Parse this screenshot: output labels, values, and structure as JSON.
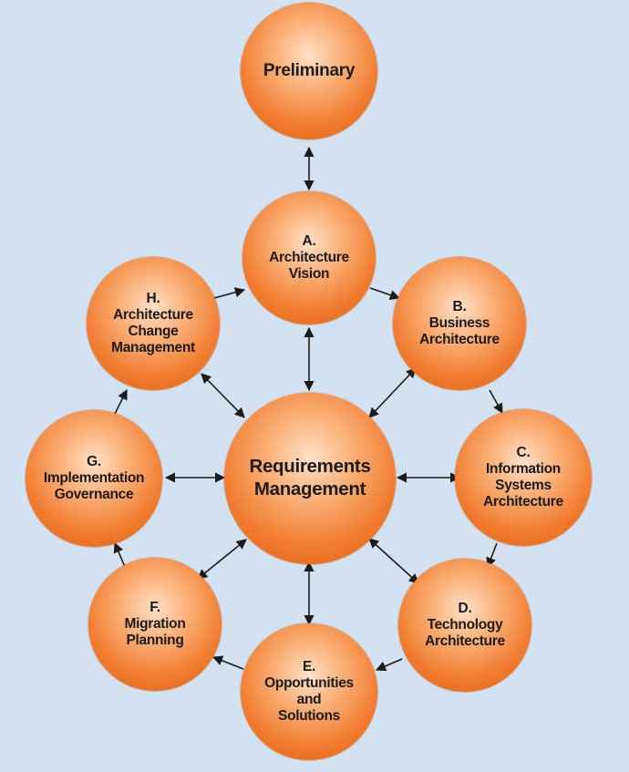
{
  "diagram": {
    "nodes": [
      {
        "id": "prelim",
        "label": "Preliminary"
      },
      {
        "id": "A",
        "label": "A.\nArchitecture\nVision"
      },
      {
        "id": "B",
        "label": "B.\nBusiness\nArchitecture"
      },
      {
        "id": "C",
        "label": "C.\nInformation\nSystems\nArchitecture"
      },
      {
        "id": "D",
        "label": "D.\nTechnology\nArchitecture"
      },
      {
        "id": "E",
        "label": "E.\nOpportunities\nand\nSolutions"
      },
      {
        "id": "F",
        "label": "F.\nMigration\nPlanning"
      },
      {
        "id": "G",
        "label": "G.\nImplementation\nGovernance"
      },
      {
        "id": "H",
        "label": "H.\nArchitecture\nChange\nManagement"
      },
      {
        "id": "center",
        "label": "Requirements\nManagement"
      }
    ],
    "edges": [
      {
        "from": "prelim",
        "to": "A",
        "direction": "both"
      },
      {
        "from": "A",
        "to": "B",
        "direction": "forward"
      },
      {
        "from": "B",
        "to": "C",
        "direction": "forward"
      },
      {
        "from": "C",
        "to": "D",
        "direction": "forward"
      },
      {
        "from": "D",
        "to": "E",
        "direction": "forward"
      },
      {
        "from": "E",
        "to": "F",
        "direction": "forward"
      },
      {
        "from": "F",
        "to": "G",
        "direction": "forward"
      },
      {
        "from": "G",
        "to": "H",
        "direction": "forward"
      },
      {
        "from": "H",
        "to": "A",
        "direction": "forward"
      },
      {
        "from": "center",
        "to": "A",
        "direction": "both"
      },
      {
        "from": "center",
        "to": "B",
        "direction": "both"
      },
      {
        "from": "center",
        "to": "C",
        "direction": "both"
      },
      {
        "from": "center",
        "to": "D",
        "direction": "both"
      },
      {
        "from": "center",
        "to": "E",
        "direction": "both"
      },
      {
        "from": "center",
        "to": "F",
        "direction": "both"
      },
      {
        "from": "center",
        "to": "G",
        "direction": "both"
      },
      {
        "from": "center",
        "to": "H",
        "direction": "both"
      }
    ],
    "colors": {
      "background": "#d3e2f0",
      "node": "#f07b2e",
      "arrow": "#1b1b1b"
    }
  }
}
